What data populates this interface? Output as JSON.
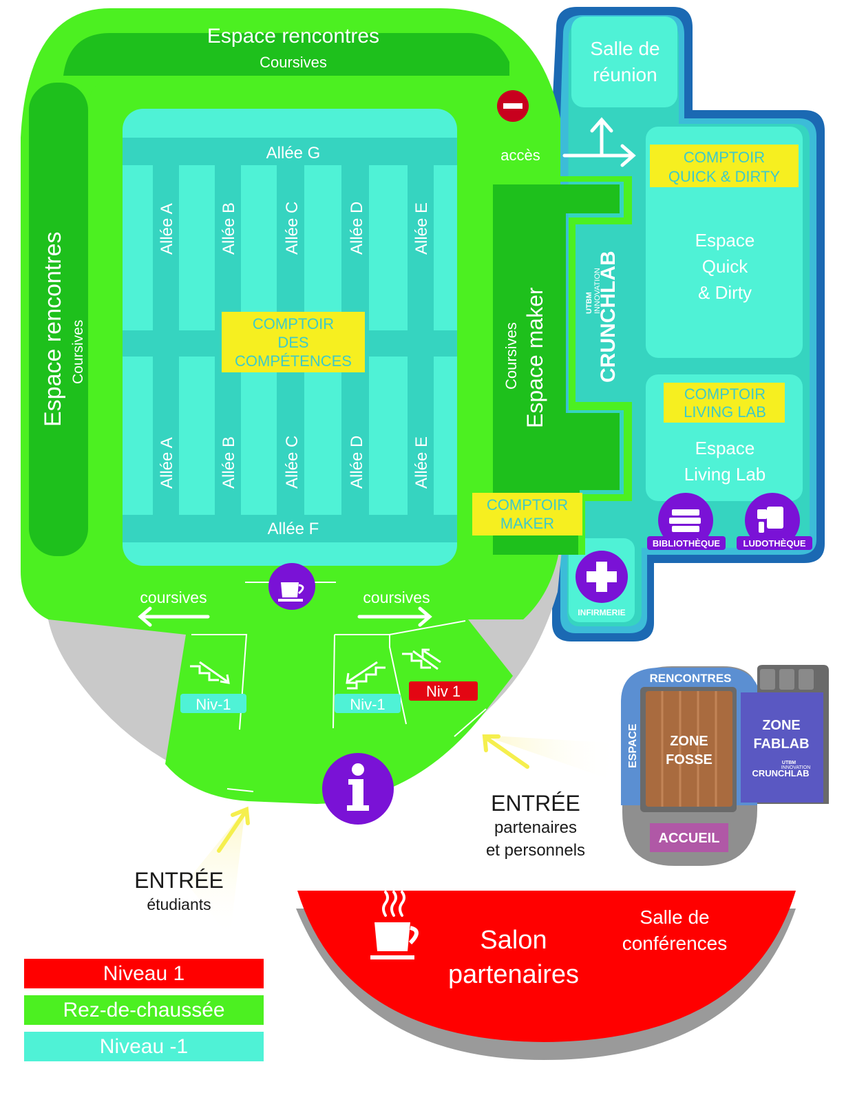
{
  "colors": {
    "niveau1": "#ff0000",
    "rdc": "#4cf021",
    "rdc_dark": "#1ec01c",
    "niveau_m1": "#4ff2d6",
    "niveau_m1_dark": "#36d4c0",
    "crunchlab_border": "#1b69b3",
    "grey": "#c9c9c9",
    "comptoir": "#f6ef20",
    "comptoir_text": "#3ec9c8",
    "purple": "#7a12d6",
    "fosse": "#a96b3f",
    "fablab": "#5a58c2",
    "accueil": "#b058a6"
  },
  "top": {
    "espace_rencontres": "Espace rencontres",
    "coursives": "Coursives"
  },
  "left": {
    "espace_rencontres": "Espace rencontres",
    "coursives": "Coursives"
  },
  "central": {
    "allee_g": "Allée G",
    "allee_f": "Allée F",
    "allees_top": [
      "Allée A",
      "Allée B",
      "Allée C",
      "Allée D",
      "Allée E"
    ],
    "allees_bottom": [
      "Allée A",
      "Allée B",
      "Allée C",
      "Allée D",
      "Allée E"
    ],
    "comptoir_competences": [
      "COMPTOIR",
      "DES",
      "COMPÉTENCES"
    ]
  },
  "maker": {
    "coursives": "Coursives",
    "espace_maker": "Espace maker",
    "comptoir_maker": [
      "COMPTOIR",
      "MAKER"
    ]
  },
  "crunchlab": {
    "logo_top": [
      "UTBM",
      "INNOVATION"
    ],
    "logo_name": "CRUNCHLAB",
    "salle_reunion": [
      "Salle de",
      "réunion"
    ],
    "comptoir_quick": [
      "COMPTOIR",
      "QUICK & DIRTY"
    ],
    "espace_quick": [
      "Espace",
      "Quick",
      "& Dirty"
    ],
    "comptoir_living": [
      "COMPTOIR",
      "LIVING LAB"
    ],
    "espace_living": [
      "Espace",
      "Living Lab"
    ],
    "bibliotheque": "BIBLIOTHÈQUE",
    "ludotheque": "LUDOTHÈQUE",
    "infirmerie": "INFIRMERIE"
  },
  "access": {
    "acces": "accès"
  },
  "bottom": {
    "coursives_left": "coursives",
    "coursives_right": "coursives",
    "niv_m1_left": "Niv-1",
    "niv_m1_right": "Niv-1",
    "niv_1": "Niv 1"
  },
  "entrances": {
    "partenaires_title": "ENTRÉE",
    "partenaires_sub": [
      "partenaires",
      "et personnels"
    ],
    "etudiants_title": "ENTRÉE",
    "etudiants_sub": "étudiants"
  },
  "mini": {
    "rencontres": "RENCONTRES",
    "espace": "ESPACE",
    "zone_fosse": [
      "ZONE",
      "FOSSE"
    ],
    "zone_fablab": [
      "ZONE",
      "FABLAB"
    ],
    "fablab_logo_top": [
      "UTBM",
      "INNOVATION"
    ],
    "fablab_logo_name": "CRUNCHLAB",
    "accueil": "ACCUEIL"
  },
  "salon": {
    "salon_partenaires": [
      "Salon",
      "partenaires"
    ],
    "salle_conferences": [
      "Salle de",
      "conférences"
    ]
  },
  "legend": [
    {
      "label": "Niveau 1",
      "color": "#ff0000"
    },
    {
      "label": "Rez-de-chaussée",
      "color": "#4cf021"
    },
    {
      "label": "Niveau -1",
      "color": "#4ff2d6"
    }
  ]
}
